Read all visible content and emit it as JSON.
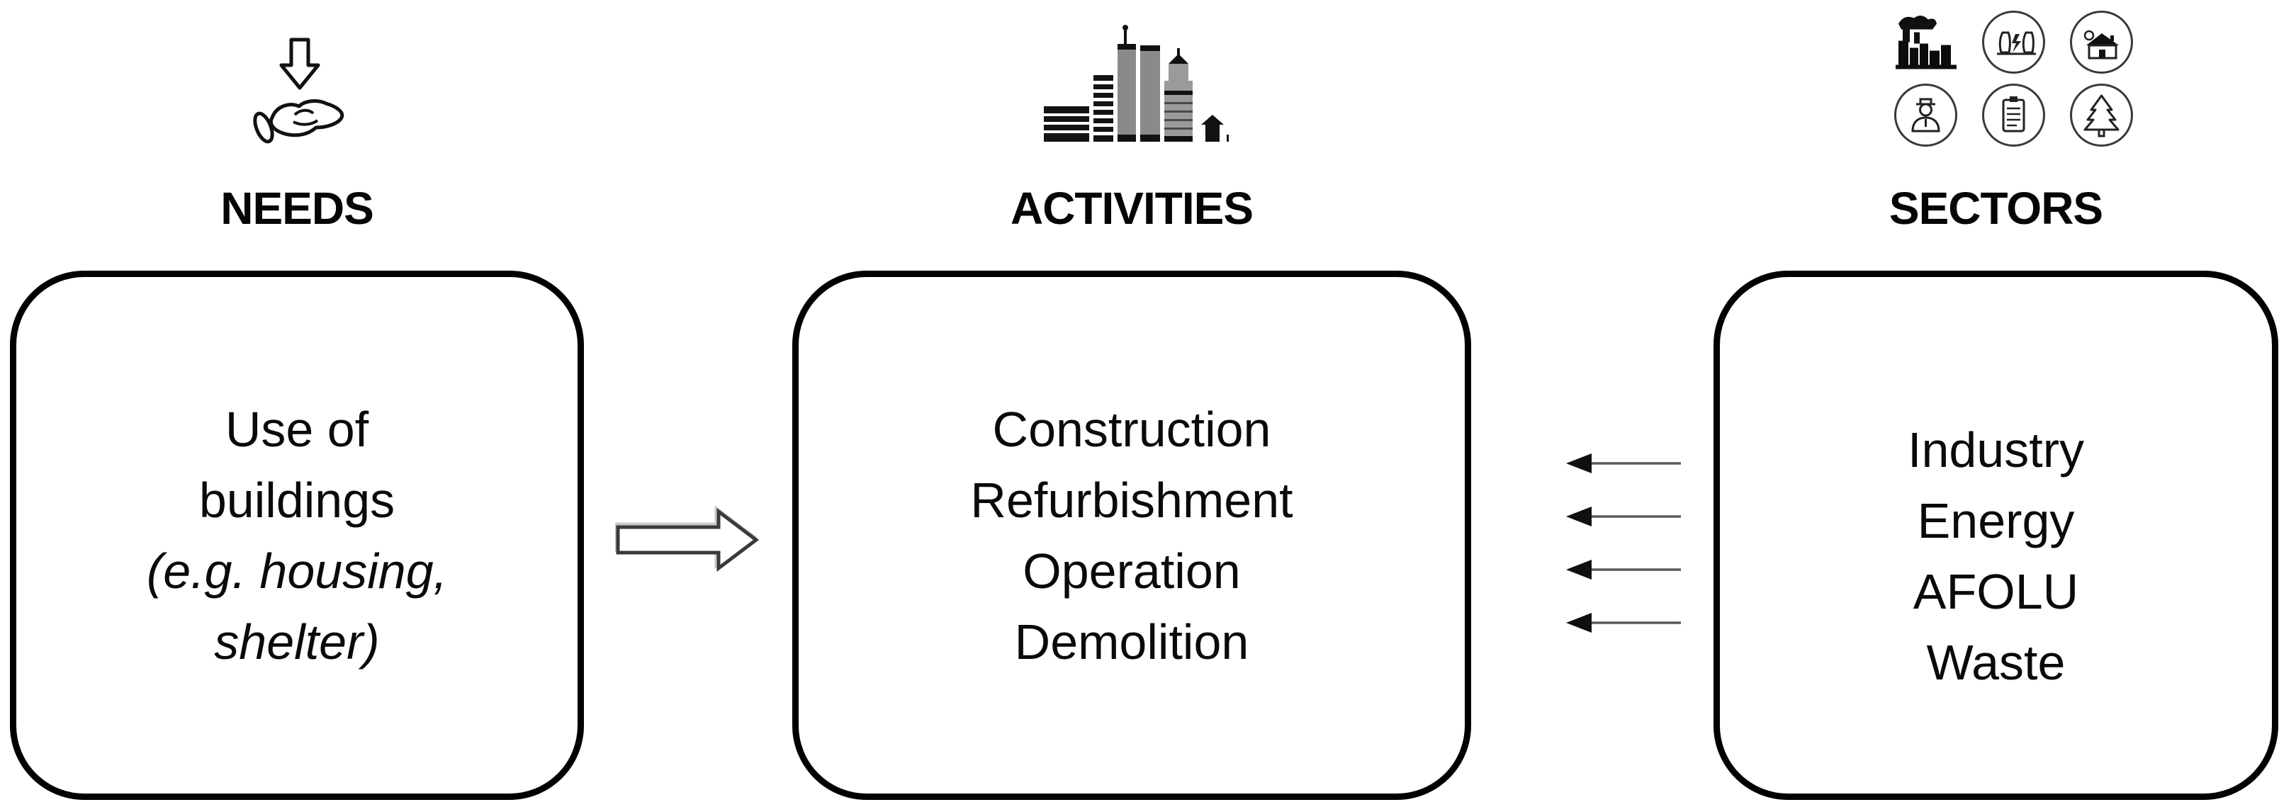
{
  "headings": {
    "needs": "NEEDS",
    "activities": "ACTIVITIES",
    "sectors": "SECTORS"
  },
  "needs_lines": [
    "Use of",
    "buildings",
    "(e.g. housing,",
    "shelter)"
  ],
  "activities_lines": [
    "Construction",
    "Refurbishment",
    "Operation",
    "Demolition"
  ],
  "sectors_lines": [
    "Industry",
    "Energy",
    "AFOLU",
    "Waste"
  ],
  "icons": {
    "needs": "hand-receiving-down-arrow-icon",
    "activities": "city-skyline-icon",
    "sectors": [
      "factory-icon",
      "power-plant-icon",
      "farm-house-icon",
      "farmer-icon",
      "clipboard-icon",
      "tree-icon"
    ]
  },
  "arrows": {
    "needs_to_activities": "block-arrow-right-outline",
    "sectors_to_activities": {
      "count": 4,
      "direction": "left"
    }
  },
  "colors": {
    "ink": "#000000",
    "arrow_outline": "#3a3a3a",
    "arrow_shaft_gray": "#5a5a5a",
    "building_gray": "#8a8a8a",
    "shadow_gray": "#c9c9c9",
    "background": "#ffffff"
  }
}
